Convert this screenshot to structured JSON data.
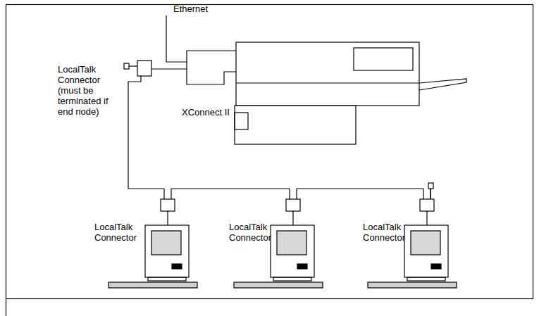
{
  "diagram": {
    "labels": [
      "Ethernet",
      "LocalTalk Connector (must be terminated if end node)",
      "XConnect II",
      "LocalTalk Connector",
      "LocalTalk Connector",
      "LocalTalk Connector"
    ]
  }
}
